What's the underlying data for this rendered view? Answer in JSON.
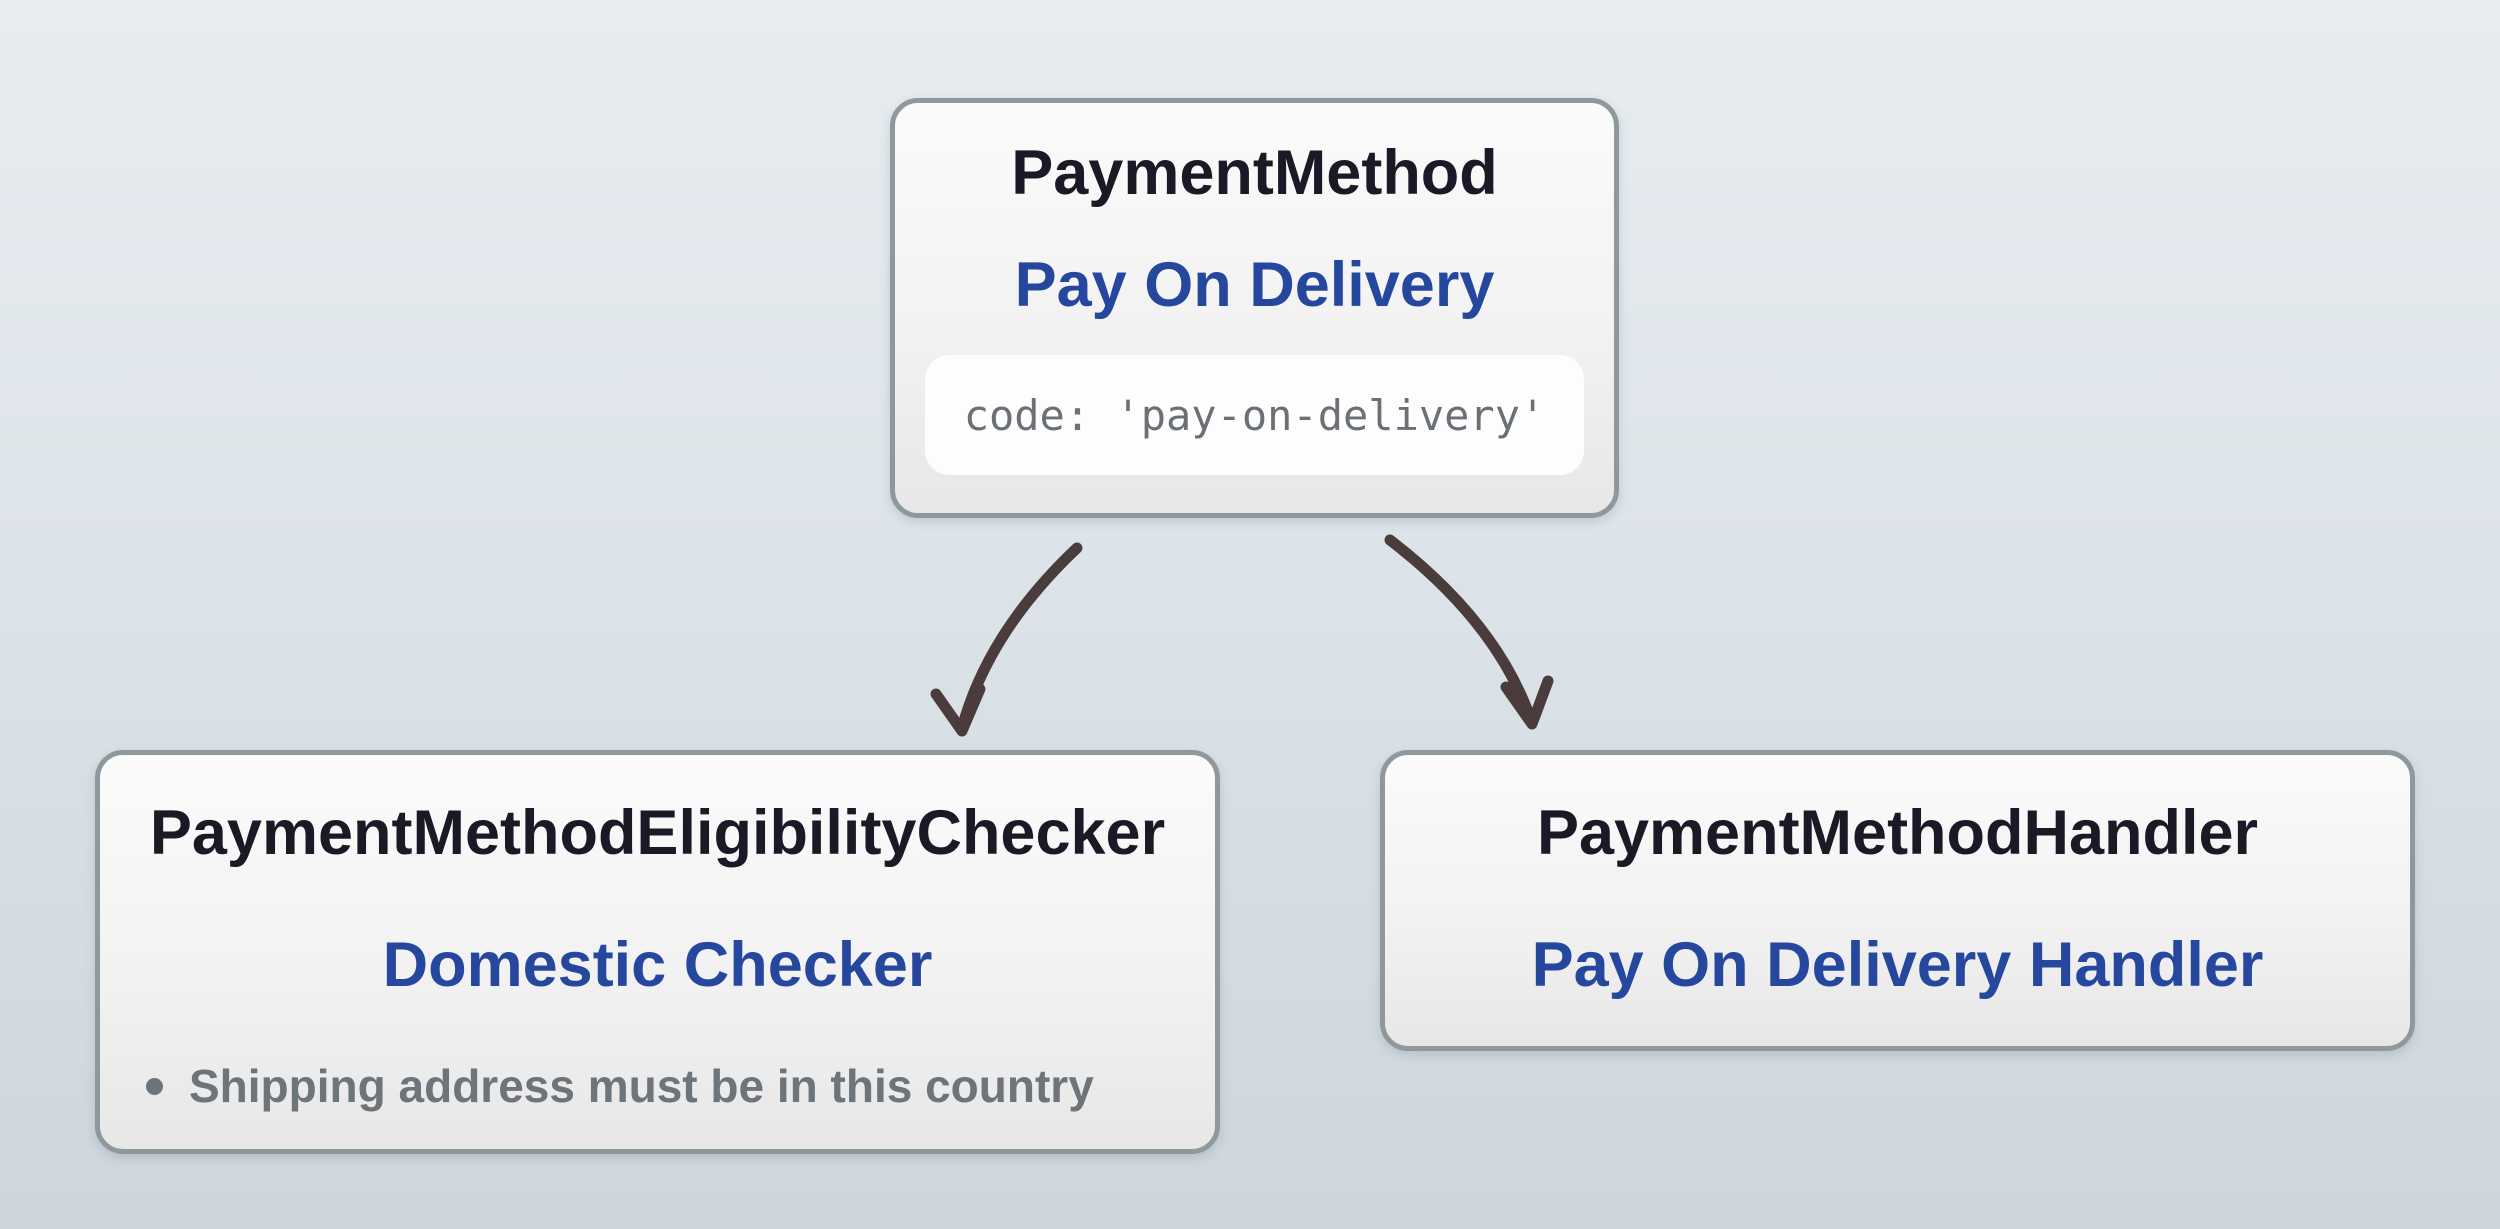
{
  "background": {
    "top": "#e7ecf0",
    "bottom": "#ccd6dc"
  },
  "colors": {
    "title": "#191a26",
    "accent_blue": "#26479e",
    "muted_gray": "#6d747a",
    "code_gray": "#6b7076",
    "node_border": "#8e989d",
    "chip_bg": "#fdfdfe",
    "arrow": "#4a3c3c"
  },
  "nodes": {
    "payment_method": {
      "title": "PaymentMethod",
      "subtitle": "Pay On Delivery",
      "code": "code: 'pay-on-delivery'"
    },
    "eligibility_checker": {
      "title": "PaymentMethodEligibilityChecker",
      "subtitle": "Domestic Checker",
      "rules": [
        "Shipping address must be in this country"
      ]
    },
    "handler": {
      "title": "PaymentMethodHandler",
      "subtitle": "Pay On Delivery Handler"
    }
  }
}
